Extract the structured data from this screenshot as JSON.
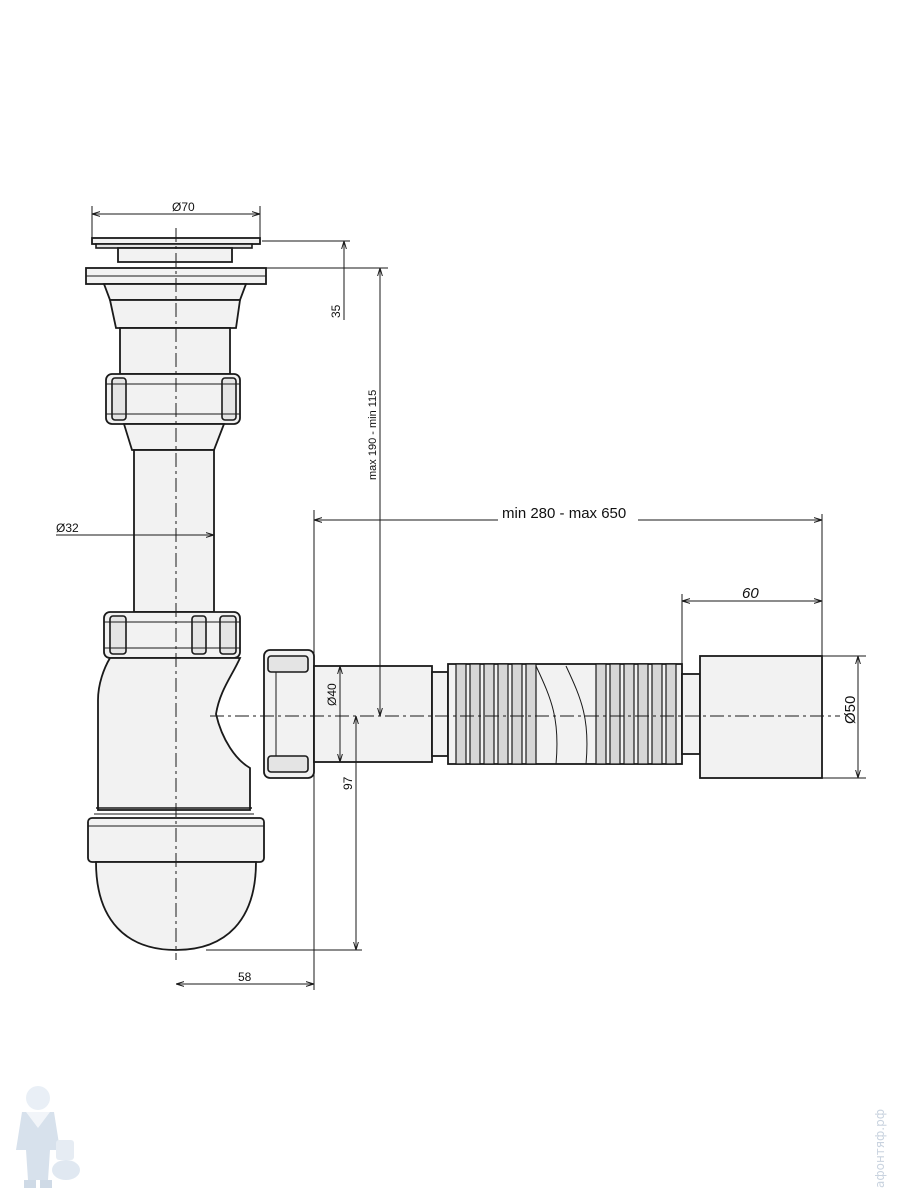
{
  "dimensions": {
    "diameter_70": "Ø70",
    "size_35": "35",
    "height_range": "max 190 - min 115",
    "diameter_32": "Ø32",
    "length_range": "min 280 - max 650",
    "length_60": "60",
    "diameter_40": "Ø40",
    "diameter_50": "Ø50",
    "height_97": "97",
    "width_58": "58"
  },
  "watermark": {
    "text": "афонтяф.рф",
    "logo_icon": "plumber-mascot-icon"
  },
  "colors": {
    "line": "#1a1a1a",
    "watermark": "#c9d3df",
    "background": "#ffffff"
  }
}
